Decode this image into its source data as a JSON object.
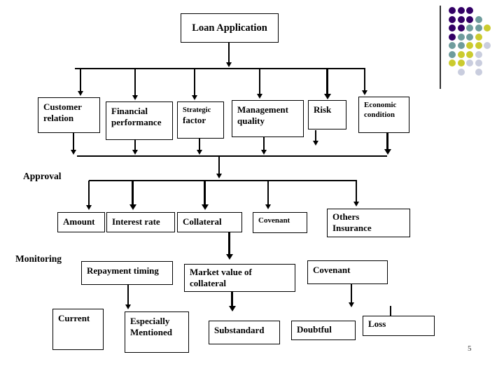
{
  "slide": {
    "page_number": "5"
  },
  "sections": {
    "approval": "Approval",
    "monitoring": "Monitoring"
  },
  "nodes": {
    "loan_application": {
      "label": "Loan Application"
    },
    "customer_relation": {
      "label": "Customer relation"
    },
    "financial_performance": {
      "label": "Financial performance"
    },
    "strategic_factor": {
      "line1": "Strategic",
      "line2": "factor"
    },
    "management_quality": {
      "label": "Management quality"
    },
    "risk": {
      "label": "Risk"
    },
    "economic_condition": {
      "label": "Economic condition"
    },
    "amount": {
      "label": "Amount"
    },
    "interest_rate": {
      "label": "Interest rate"
    },
    "collateral": {
      "label": "Collateral"
    },
    "covenant_1": {
      "label": "Covenant"
    },
    "others_insurance": {
      "label": "Others\nInsurance"
    },
    "repayment_timing": {
      "label": "Repayment timing"
    },
    "market_value_of_collateral": {
      "label": "Market value of collateral"
    },
    "covenant_2": {
      "label": "Covenant"
    },
    "current": {
      "label": "Current"
    },
    "especially_mentioned": {
      "label": "Especially Mentioned"
    },
    "substandard": {
      "label": "Substandard"
    },
    "doubtful": {
      "label": "Doubtful"
    },
    "loss": {
      "label": "Loss"
    }
  },
  "decoration": {
    "dot_colors": {
      "P": "#330066",
      "T": "#6e9c9c",
      "Y": "#cbcb2e",
      "G": "#c9cdde"
    },
    "dot_pattern": [
      "PPP..",
      "PPPT.",
      "PPTTY",
      "PTTY.",
      "TTYYG",
      "TYYG.",
      "YYGG.",
      ".G.G."
    ]
  }
}
